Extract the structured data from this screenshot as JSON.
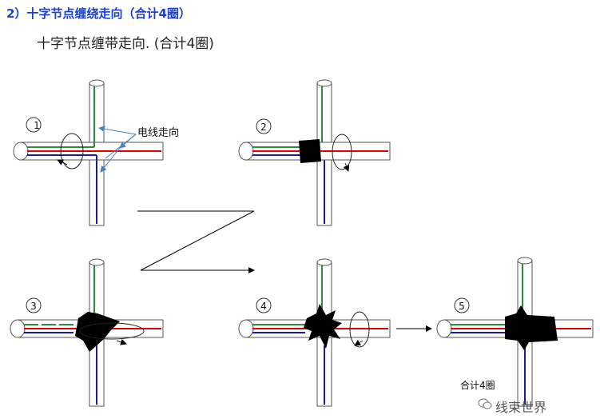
{
  "heading": "2）十字节点缠绕走向（合计4圈）",
  "subtitle": "十字节点缠带走向. (合计4圈)",
  "wire_direction_label": "电线走向",
  "total_label": "合计4圈",
  "step_numbers": [
    "1",
    "2",
    "3",
    "4",
    "5"
  ],
  "watermark": "线束世界",
  "colors": {
    "heading": "#1a3fd8",
    "wire_red": "#e00000",
    "wire_green": "#2e8b3e",
    "wire_blue": "#1a1aaa",
    "tape": "#000000",
    "arrow_blue": "#4a7fc0"
  }
}
